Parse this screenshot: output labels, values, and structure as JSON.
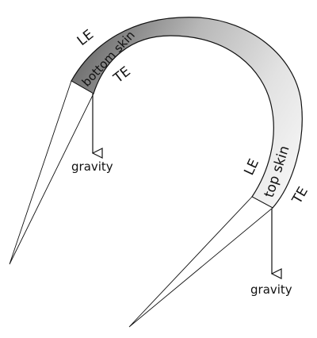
{
  "labels": {
    "le_top_left": "LE",
    "bottom_skin": "bottom skin",
    "te_top_left": "TE",
    "gravity_left": "gravity",
    "le_right": "LE",
    "top_skin": "top skin",
    "te_right": "TE",
    "gravity_right": "gravity"
  },
  "colors": {
    "outline": "#111111",
    "shade_dark": "#6e6e6e",
    "shade_light": "#f6f6f6",
    "text": "#111111"
  }
}
